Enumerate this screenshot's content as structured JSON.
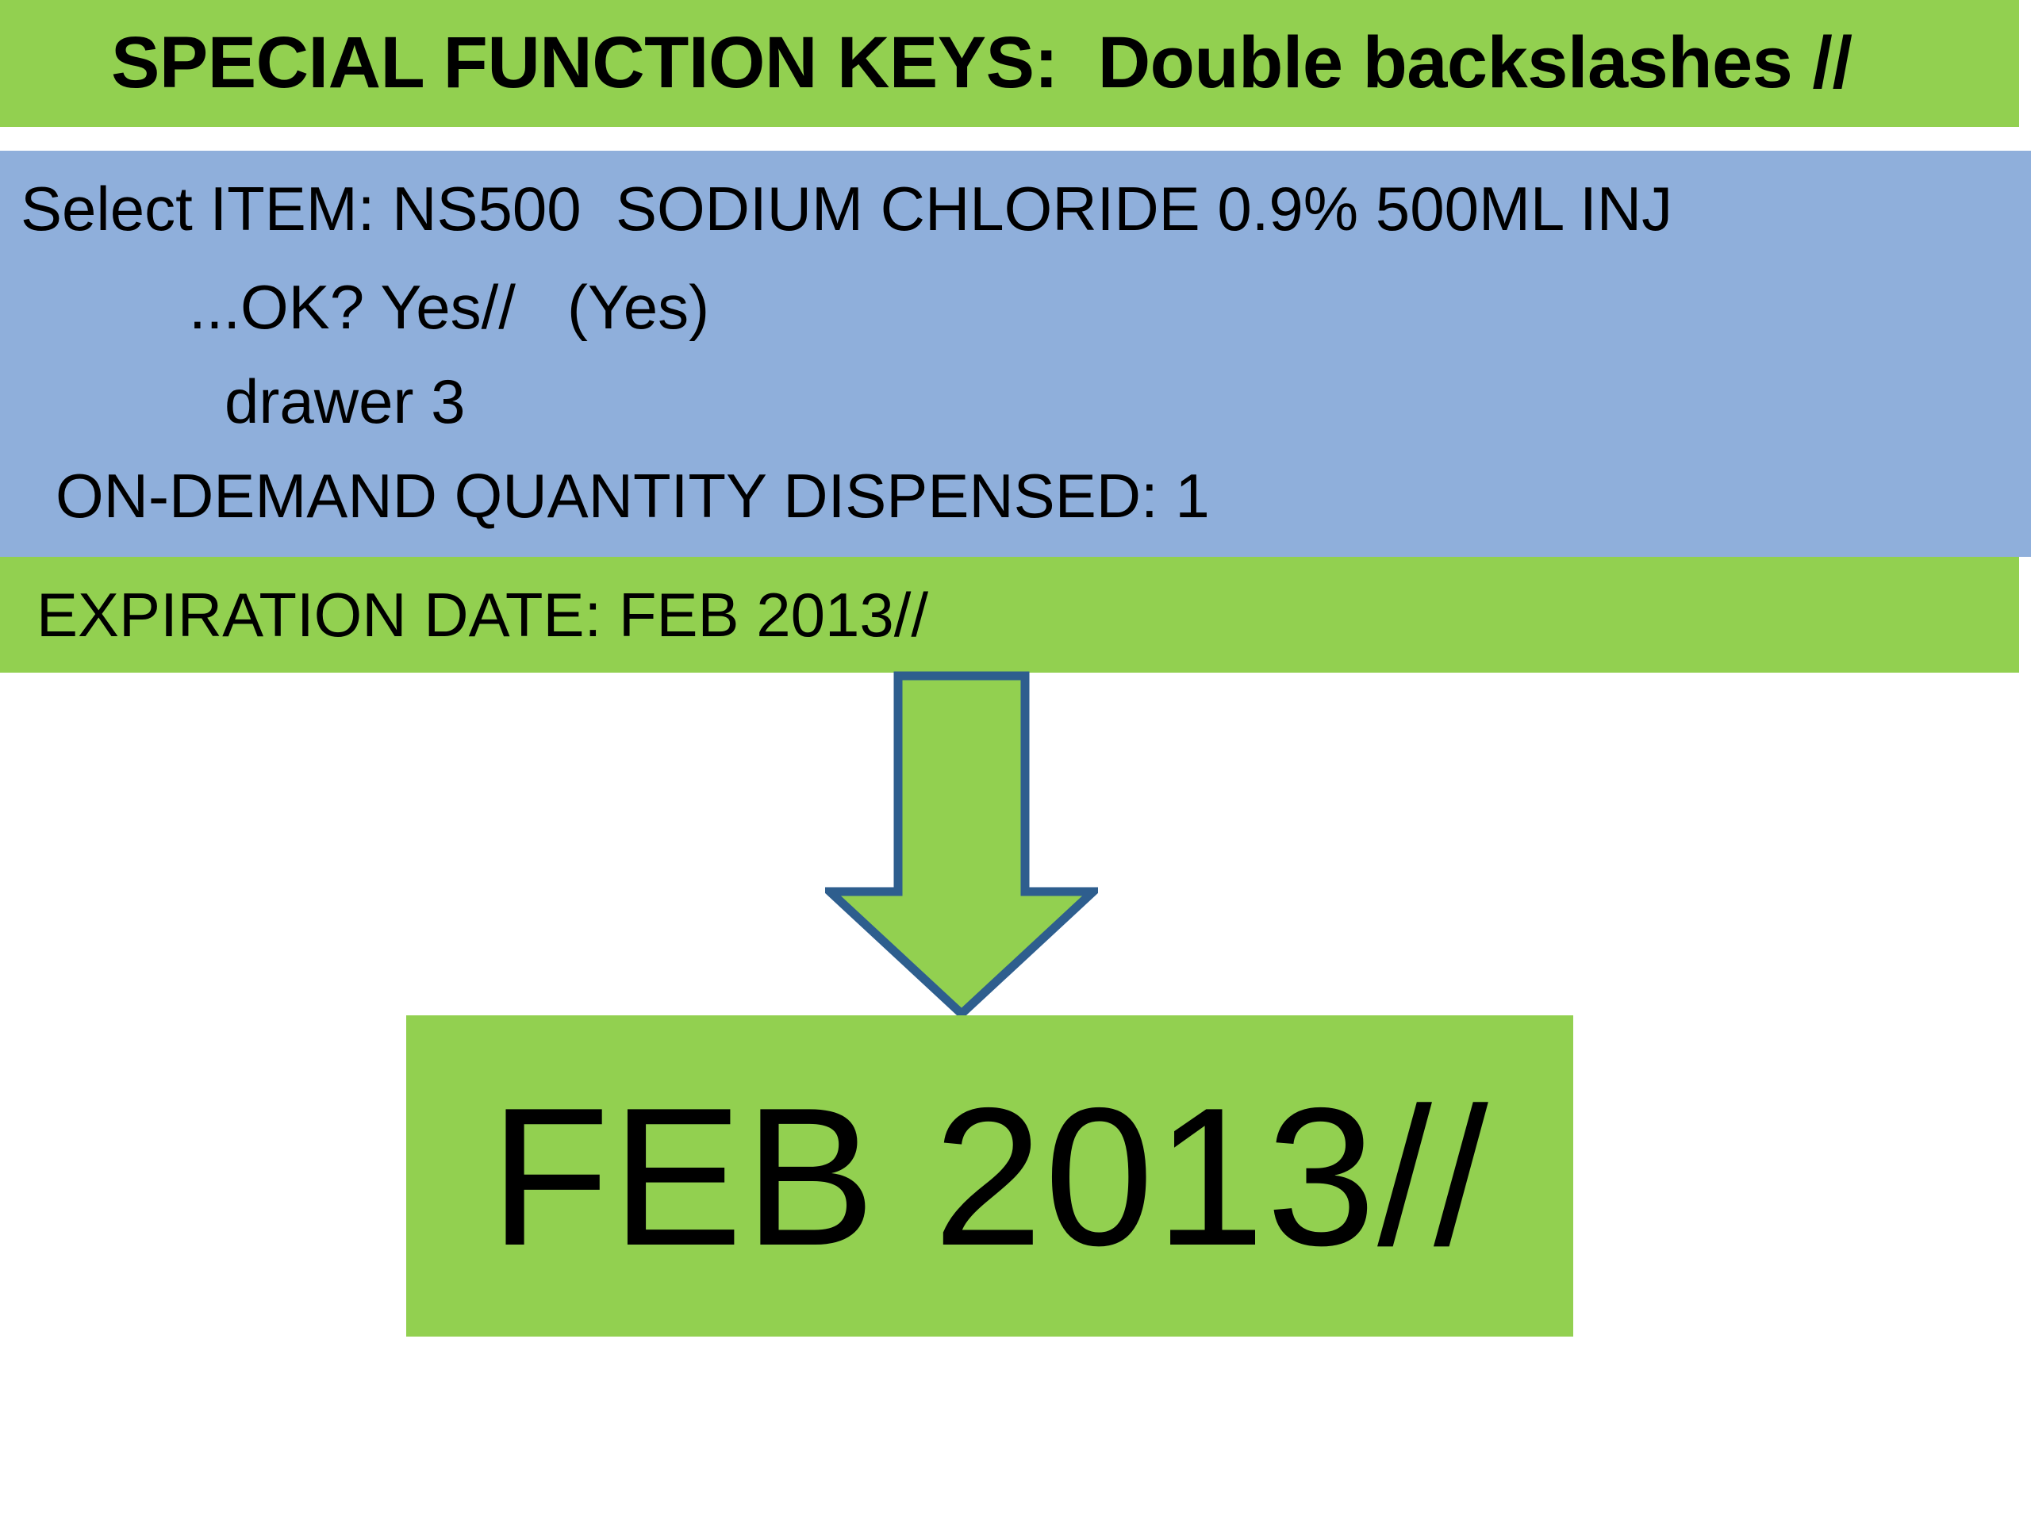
{
  "slide": {
    "background_color": "#FFFFFF",
    "accent_green": "#92D050",
    "panel_blue": "#8FAFDB",
    "arrow_outline_blue": "#2E5E8E",
    "text_color": "#000000"
  },
  "title_band": {
    "text": "SPECIAL FUNCTION KEYS:  Double backslashes //"
  },
  "console_panel": {
    "lines": [
      "Select ITEM: NS500  SODIUM CHLORIDE 0.9% 500ML INJ",
      "...OK? Yes//   (Yes)",
      "drawer 3",
      "ON-DEMAND QUANTITY DISPENSED: 1"
    ],
    "item_code": "NS500",
    "item_description": "SODIUM CHLORIDE 0.9% 500ML INJ",
    "prompt_default": "Yes//",
    "prompt_response": "(Yes)",
    "drawer": "drawer 3",
    "quantity_dispensed": "1"
  },
  "expiration_band": {
    "text": "EXPIRATION DATE: FEB 2013//"
  },
  "arrow": {
    "direction": "down",
    "fill": "#92D050",
    "stroke": "#2E5E8E"
  },
  "result_box": {
    "text": "FEB 2013//"
  }
}
